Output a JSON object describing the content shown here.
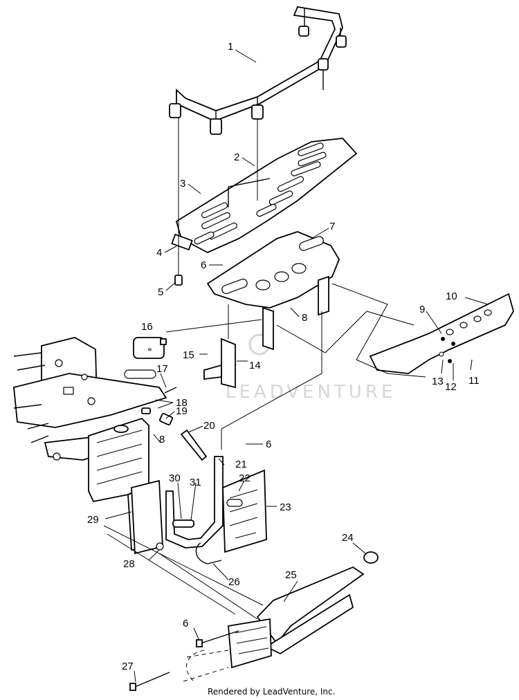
{
  "diagram": {
    "callouts": [
      "1",
      "2",
      "3",
      "4",
      "5",
      "6",
      "7",
      "8",
      "9",
      "10",
      "11",
      "12",
      "13",
      "14",
      "15",
      "16",
      "17",
      "18",
      "19",
      "20",
      "21",
      "22",
      "23",
      "24",
      "25",
      "26",
      "27",
      "28",
      "29",
      "30",
      "31"
    ]
  },
  "watermark": "LEADVENTURE",
  "footer": "Rendered by LeadVenture, Inc."
}
